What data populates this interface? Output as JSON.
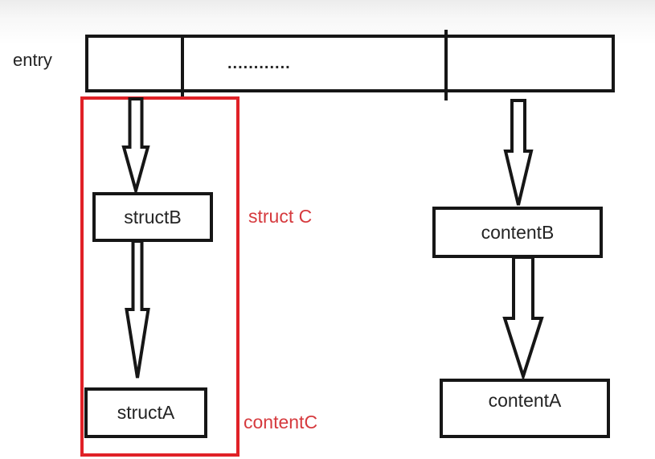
{
  "diagram": {
    "title_hint": "entry table pointing to struct/content chains",
    "entry_label": "entry",
    "entry_bar": {
      "dots": "............",
      "segments": 3
    },
    "nodes": {
      "structB": "structB",
      "structA": "structA",
      "contentB": "contentB",
      "contentA": "contentA"
    },
    "annotations": {
      "struct_c": "struct C",
      "content_c": "contentC"
    },
    "arrows": [
      {
        "name": "entry-to-structB",
        "from": "entry",
        "to": "structB"
      },
      {
        "name": "structB-to-structA",
        "from": "structB",
        "to": "structA"
      },
      {
        "name": "entry-to-contentB",
        "from": "entry",
        "to": "contentB"
      },
      {
        "name": "contentB-to-contentA",
        "from": "contentB",
        "to": "contentA"
      }
    ],
    "colors": {
      "ink": "#161616",
      "red_box": "#e02127",
      "red_text": "#d63a3e",
      "text": "#242424"
    }
  }
}
